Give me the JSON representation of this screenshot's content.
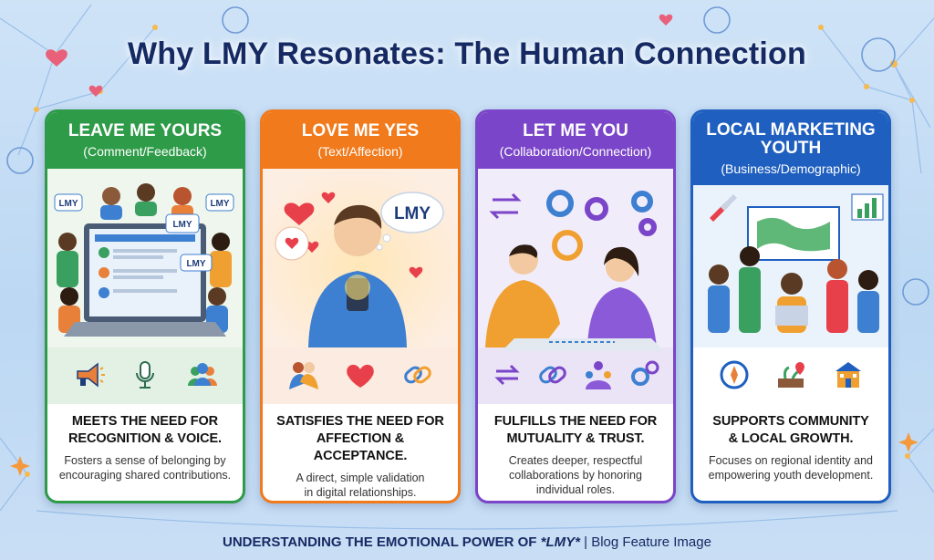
{
  "title": "Why LMY Resonates: The Human Connection",
  "colors": {
    "green": "#2e9b48",
    "orange": "#f07a1c",
    "purple": "#7a45c8",
    "blue": "#1f5fbf",
    "title": "#152a63"
  },
  "cards": [
    {
      "heading": "LEAVE ME YOURS",
      "subheading": "(Comment/Feedback)",
      "bubbles": [
        "LMY",
        "LMY",
        "LMY",
        "LMY"
      ],
      "icons": [
        "megaphone-icon",
        "microphone-icon",
        "group-icon"
      ],
      "need": "MEETS THE NEED FOR\nRECOGNITION & VOICE.",
      "desc": "Fosters a sense of belonging by\nencouraging shared contributions."
    },
    {
      "heading": "LOVE ME YES",
      "subheading": "(Text/Affection)",
      "bubbles": [
        "LMY"
      ],
      "icons": [
        "hug-icon",
        "heart-icon",
        "link-icon"
      ],
      "need": "SATISFIES THE NEED FOR\nAFFECTION & ACCEPTANCE.",
      "desc": "A direct, simple validation\nin digital relationships."
    },
    {
      "heading": "LET ME YOU",
      "subheading": "(Collaboration/Connection)",
      "icons": [
        "refresh-arrows-icon",
        "chain-link-icon",
        "team-icon",
        "gears-icon"
      ],
      "need": "FULFILLS THE NEED FOR\nMUTUALITY & TRUST.",
      "desc": "Creates deeper, respectful\ncollaborations by honoring\nindividual roles."
    },
    {
      "heading": "LOCAL MARKETING\nYOUTH",
      "subheading": "(Business/Demographic)",
      "icons": [
        "compass-icon",
        "map-pin-plant-icon",
        "building-icon"
      ],
      "need": "SUPPORTS COMMUNITY\n& LOCAL GROWTH.",
      "desc": "Focuses on regional identity and\nempowering youth development."
    }
  ],
  "footer": {
    "prefix": "UNDERSTANDING THE EMOTIONAL POWER OF ",
    "emphasis": "*LMY*",
    "suffix": " | Blog Feature Image"
  }
}
